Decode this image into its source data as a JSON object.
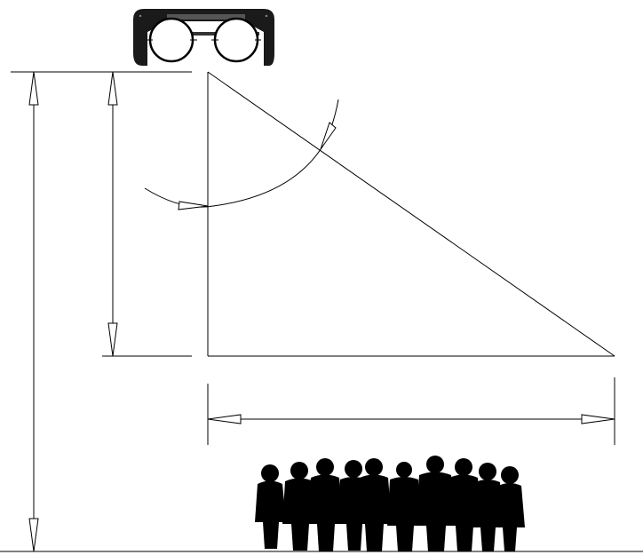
{
  "diagram": {
    "type": "fixture-throw-geometry",
    "elements": [
      "fixture-icon",
      "total-height-dimension",
      "mounting-height-dimension",
      "throw-distance-dimension",
      "beam-triangle",
      "beam-angle-arc",
      "audience-silhouette",
      "floor-line"
    ],
    "colors": {
      "line": "#000000",
      "silhouette": "#000000",
      "background": "#ffffff"
    }
  }
}
